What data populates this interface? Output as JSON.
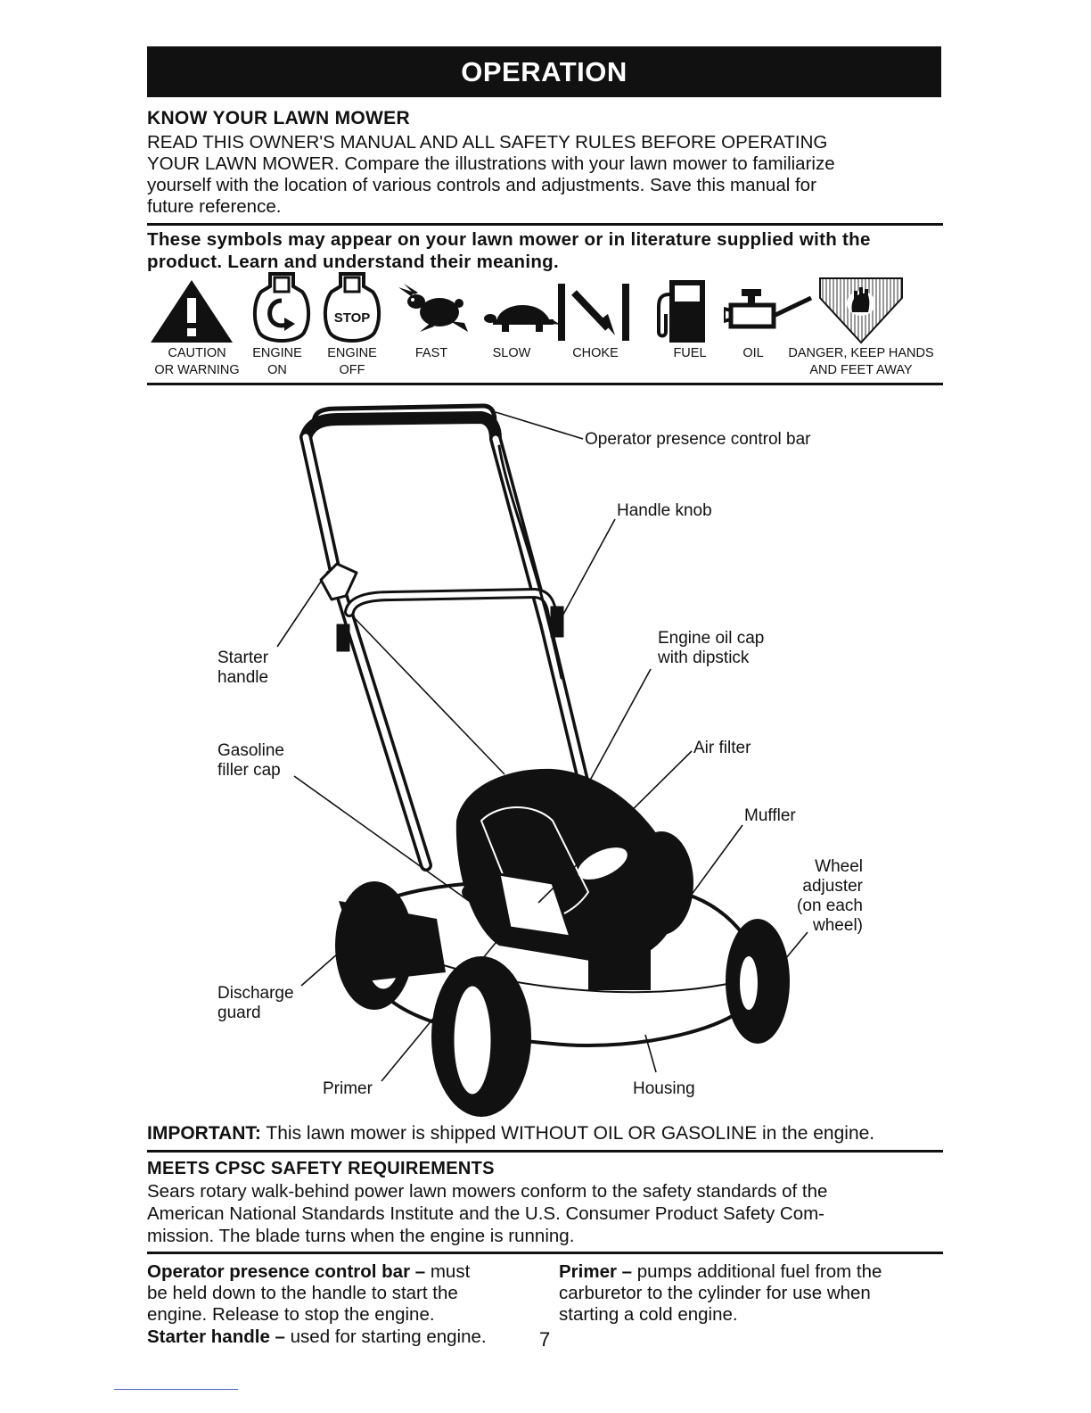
{
  "header": {
    "title": "OPERATION"
  },
  "know": {
    "heading": "KNOW YOUR LAWN MOWER",
    "lines": [
      "READ THIS OWNER'S MANUAL AND ALL SAFETY RULES BEFORE OPERATING",
      "YOUR LAWN MOWER.  Compare the illustrations with your lawn mower to familiarize",
      "yourself with the location of various controls and adjustments.  Save this manual for",
      "future reference."
    ]
  },
  "symbols": {
    "intro_lines": [
      "These symbols may appear on your lawn mower or in literature supplied with the",
      "product.  Learn and understand their meaning."
    ],
    "items": [
      {
        "icon": "caution-warning-icon",
        "line1": "CAUTION",
        "line2": "OR WARNING"
      },
      {
        "icon": "engine-on-icon",
        "line1": "ENGINE",
        "line2": "ON"
      },
      {
        "icon": "engine-off-icon",
        "line1": "ENGINE",
        "line2": "OFF",
        "badge": "STOP"
      },
      {
        "icon": "rabbit-fast-icon",
        "line1": "FAST",
        "line2": ""
      },
      {
        "icon": "turtle-slow-icon",
        "line1": "SLOW",
        "line2": ""
      },
      {
        "icon": "choke-icon",
        "line1": "CHOKE",
        "line2": ""
      },
      {
        "icon": "fuel-pump-icon",
        "line1": "FUEL",
        "line2": ""
      },
      {
        "icon": "oil-can-icon",
        "line1": "OIL",
        "line2": ""
      },
      {
        "icon": "danger-hands-icon",
        "line1": "DANGER, KEEP HANDS",
        "line2": "AND FEET AWAY"
      }
    ]
  },
  "diagram": {
    "labels": {
      "presence_bar": "Operator presence control bar",
      "handle_knob": "Handle knob",
      "oil_cap_1": "Engine oil cap",
      "oil_cap_2": "with dipstick",
      "starter_1": "Starter",
      "starter_2": "handle",
      "gas_1": "Gasoline",
      "gas_2": "filler cap",
      "air_filter": "Air filter",
      "muffler": "Muffler",
      "wheel_1": "Wheel",
      "wheel_2": "adjuster",
      "wheel_3": "(on each",
      "wheel_4": "wheel)",
      "discharge_1": "Discharge",
      "discharge_2": "guard",
      "primer": "Primer",
      "housing": "Housing"
    }
  },
  "important": {
    "label": "IMPORTANT:",
    "text": " This lawn mower is shipped WITHOUT OIL OR GASOLINE in the engine."
  },
  "cpsc": {
    "heading": "MEETS CPSC SAFETY REQUIREMENTS",
    "lines": [
      "Sears rotary walk-behind power lawn mowers conform to the safety standards of the",
      "American National Standards Institute and the U.S. Consumer Product Safety Com-",
      "mission.  The blade turns when the engine is running."
    ]
  },
  "defs": {
    "presence": {
      "term": "Operator presence control bar –",
      "rest": [
        " must",
        "be held down to the handle to start the",
        "engine.  Release to stop the engine."
      ]
    },
    "starter": {
      "term": "Starter handle –",
      "rest": " used for starting engine."
    },
    "primer": {
      "term": "Primer –",
      "rest": [
        " pumps additional fuel from the",
        "carburetor to the cylinder for use when",
        "starting a cold engine."
      ]
    }
  },
  "page_number": "7"
}
